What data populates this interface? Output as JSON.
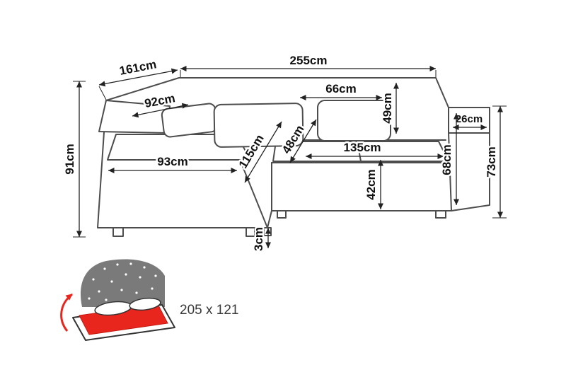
{
  "dims": {
    "total_width": "255cm",
    "total_depth": "161cm",
    "armrest_depth": "92cm",
    "back_cushion_width": "66cm",
    "back_cushion_height": "49cm",
    "armrest_top_width": "26cm",
    "total_height": "73cm",
    "left_side_height": "91cm",
    "chaise_width": "93cm",
    "chaise_length": "115cm",
    "seat_depth": "48cm",
    "seat_width": "135cm",
    "seat_height": "42cm",
    "armrest_front_height": "68cm",
    "leg_height": "3cm"
  },
  "sleeping_area": {
    "label": "205 x 121"
  },
  "colors": {
    "line": "#4d4d4d",
    "dimension": "#222222",
    "accent_red": "#e9261d",
    "headboard_gray": "#7a7a7a"
  }
}
